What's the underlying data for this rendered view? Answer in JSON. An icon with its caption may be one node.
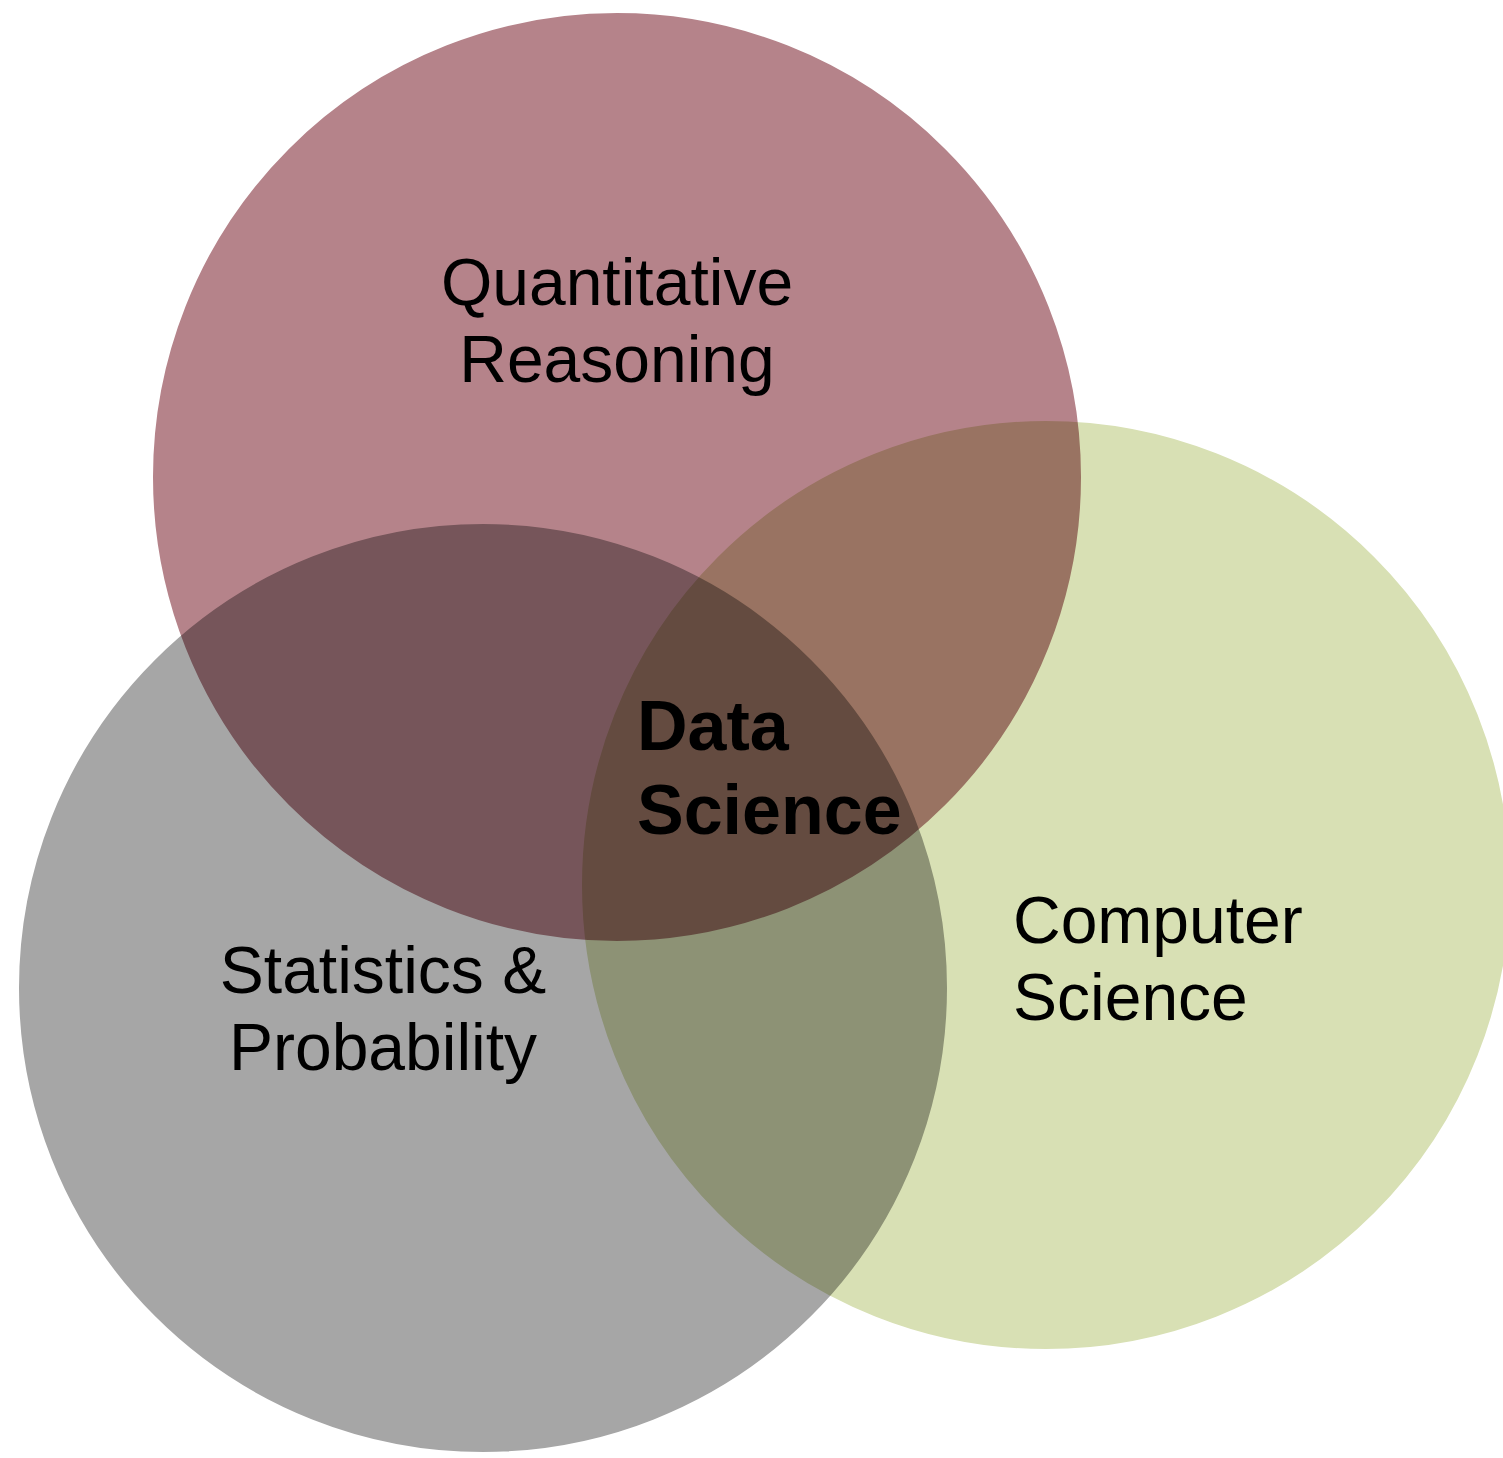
{
  "diagram": {
    "nodes": [
      {
        "text": [
          "Quantitative Reasoning"
        ]
      },
      {
        "text": [
          "Statistics & Probability"
        ]
      },
      {
        "text": [
          "Computer Science"
        ]
      },
      {
        "text": [
          "Data Science"
        ]
      }
    ]
  }
}
